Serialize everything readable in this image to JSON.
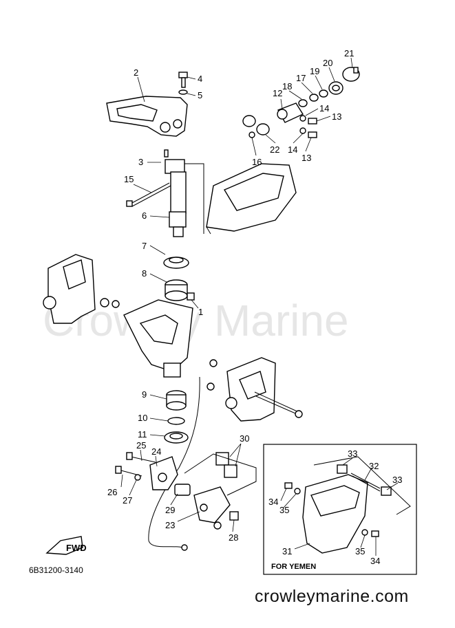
{
  "watermark": "Crowley Marine",
  "diagram_code": "6B31200-3140",
  "inset_label": "FOR YEMEN",
  "fwd_label": "FWD",
  "footer": "crowleymarine.com",
  "callouts": [
    {
      "id": "c2",
      "text": "2"
    },
    {
      "id": "c4",
      "text": "4"
    },
    {
      "id": "c5",
      "text": "5"
    },
    {
      "id": "c3",
      "text": "3"
    },
    {
      "id": "c15",
      "text": "15"
    },
    {
      "id": "c6",
      "text": "6"
    },
    {
      "id": "c7",
      "text": "7"
    },
    {
      "id": "c8",
      "text": "8"
    },
    {
      "id": "c1",
      "text": "1"
    },
    {
      "id": "c9",
      "text": "9"
    },
    {
      "id": "c10",
      "text": "10"
    },
    {
      "id": "c11",
      "text": "11"
    },
    {
      "id": "c25",
      "text": "25"
    },
    {
      "id": "c24",
      "text": "24"
    },
    {
      "id": "c26",
      "text": "26"
    },
    {
      "id": "c27",
      "text": "27"
    },
    {
      "id": "c29",
      "text": "29"
    },
    {
      "id": "c23",
      "text": "23"
    },
    {
      "id": "c28",
      "text": "28"
    },
    {
      "id": "c30",
      "text": "30"
    },
    {
      "id": "c21",
      "text": "21"
    },
    {
      "id": "c20",
      "text": "20"
    },
    {
      "id": "c19",
      "text": "19"
    },
    {
      "id": "c17",
      "text": "17"
    },
    {
      "id": "c18",
      "text": "18"
    },
    {
      "id": "c12",
      "text": "12"
    },
    {
      "id": "c14a",
      "text": "14"
    },
    {
      "id": "c13a",
      "text": "13"
    },
    {
      "id": "c22",
      "text": "22"
    },
    {
      "id": "c14b",
      "text": "14"
    },
    {
      "id": "c13b",
      "text": "13"
    },
    {
      "id": "c16",
      "text": "16"
    },
    {
      "id": "c33a",
      "text": "33"
    },
    {
      "id": "c32",
      "text": "32"
    },
    {
      "id": "c33b",
      "text": "33"
    },
    {
      "id": "c34a",
      "text": "34"
    },
    {
      "id": "c35a",
      "text": "35"
    },
    {
      "id": "c31",
      "text": "31"
    },
    {
      "id": "c35b",
      "text": "35"
    },
    {
      "id": "c34b",
      "text": "34"
    }
  ]
}
